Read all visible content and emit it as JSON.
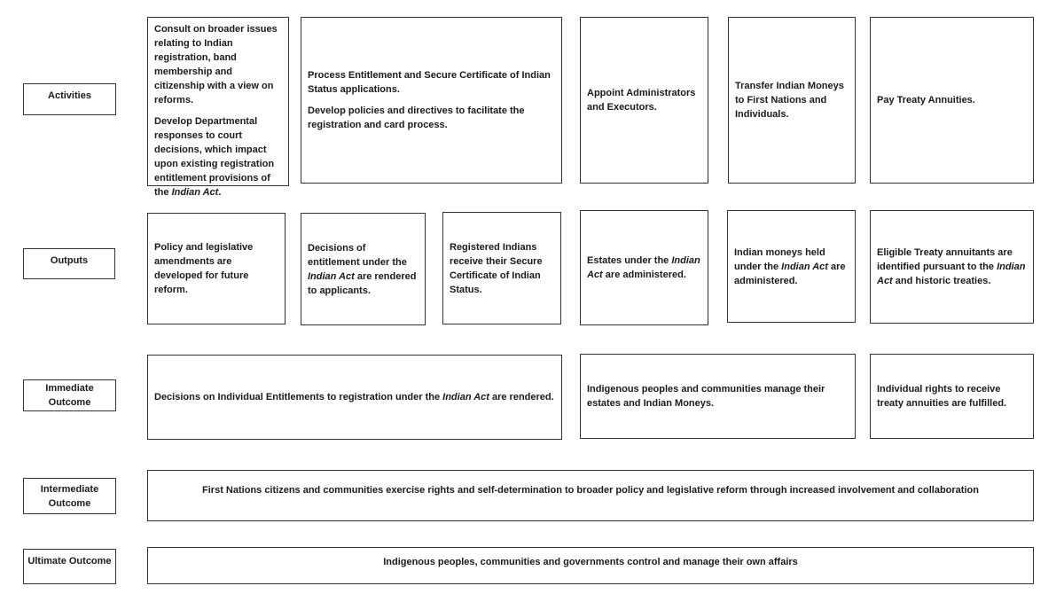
{
  "rows": {
    "activities": "Activities",
    "outputs": "Outputs",
    "immediate": "Immediate Outcome",
    "intermediate": "Intermediate Outcome",
    "ultimate": "Ultimate Outcome"
  },
  "activities": {
    "a1_p1": "Consult on broader issues relating to Indian registration, band membership and citizenship with a view on reforms.",
    "a1_p2_pre": "Develop Departmental responses to court decisions, which impact upon existing registration entitlement provisions of the ",
    "a1_p2_em": "Indian Act",
    "a1_p2_post": ".",
    "a2_p1": "Process Entitlement and Secure Certificate of Indian Status applications.",
    "a2_p2": "Develop policies and directives to facilitate the registration and card process.",
    "a3": "Appoint Administrators and Executors.",
    "a4": "Transfer Indian Moneys to First Nations and Individuals.",
    "a5": "Pay Treaty Annuities."
  },
  "outputs": {
    "o1": "Policy and legislative amendments are developed for future reform.",
    "o2_pre": "Decisions of entitlement under the ",
    "o2_em": "Indian Act",
    "o2_post": " are rendered to applicants.",
    "o3": "Registered Indians receive their Secure Certificate of Indian Status.",
    "o4_pre": "Estates under the ",
    "o4_em": "Indian Act",
    "o4_post": " are administered.",
    "o5_pre": "Indian moneys held under the ",
    "o5_em": "Indian Act",
    "o5_post": " are administered.",
    "o6_pre": "Eligible Treaty annuitants are identified pursuant to the ",
    "o6_em": "Indian Act",
    "o6_post": " and historic treaties."
  },
  "immediate": {
    "i1_pre": "Decisions on Individual Entitlements to registration under the ",
    "i1_em": "Indian Act",
    "i1_post": " are rendered.",
    "i2": "Indigenous peoples and communities manage their estates and Indian Moneys.",
    "i3": "Individual rights to receive treaty annuities are fulfilled."
  },
  "intermediate": {
    "text": "First Nations citizens and communities exercise rights and self-determination to broader policy and legislative reform through increased involvement and collaboration"
  },
  "ultimate": {
    "text": "Indigenous peoples, communities and governments control and manage their own affairs"
  }
}
